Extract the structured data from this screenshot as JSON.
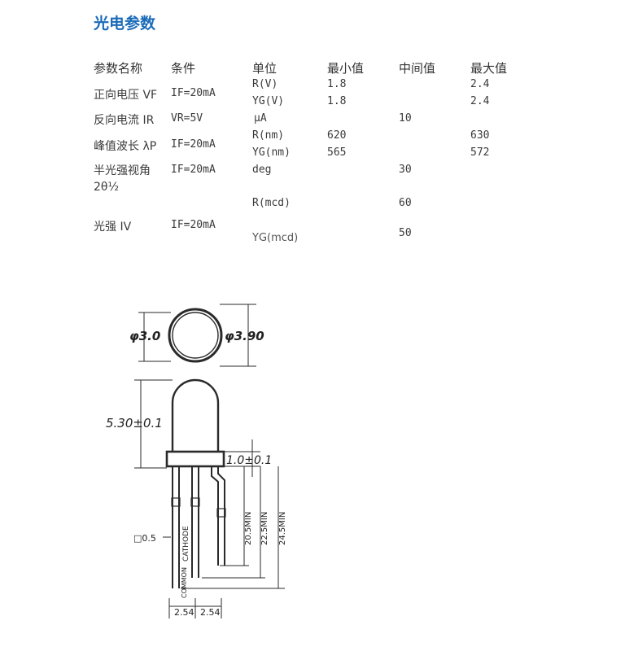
{
  "section": {
    "title": "光电参数"
  },
  "table": {
    "headers": [
      "参数名称",
      "条件",
      "单位",
      "最小值",
      "中间值",
      "最大值"
    ],
    "rows": [
      {
        "param": "正向电压 VF",
        "condition": "IF=20mA",
        "lines": [
          {
            "unit": "R(V)",
            "min": "1.8",
            "typ": "",
            "max": "2.4"
          },
          {
            "unit": "YG(V)",
            "min": "1.8",
            "typ": "",
            "max": "2.4"
          }
        ]
      },
      {
        "param": "反向电流 IR",
        "condition": "VR=5V",
        "lines": [
          {
            "unit": "μA",
            "min": "",
            "typ": "10",
            "max": ""
          }
        ]
      },
      {
        "param": "峰值波长 λP",
        "condition": "IF=20mA",
        "lines": [
          {
            "unit": "R(nm)",
            "min": "620",
            "typ": "",
            "max": "630"
          },
          {
            "unit": "YG(nm)",
            "min": "565",
            "typ": "",
            "max": "572"
          }
        ]
      },
      {
        "param": "半光强视角 2θ½",
        "condition": "IF=20mA",
        "lines": [
          {
            "unit": "deg",
            "min": "",
            "typ": "30",
            "max": ""
          }
        ]
      },
      {
        "param": "光强 IV",
        "condition": "IF=20mA",
        "lines": [
          {
            "unit": "R(mcd)",
            "min": "",
            "typ": "60",
            "max": ""
          },
          {
            "unit": "YG(mcd)",
            "min": "",
            "typ": "50",
            "max": ""
          }
        ]
      }
    ]
  },
  "drawing": {
    "dim_diameter_inner": "φ3.0",
    "dim_diameter_outer": "φ3.90",
    "dim_body_height": "5.30±0.1",
    "dim_flange": "1.0±0.1",
    "dim_lead_1": "20.5MIN",
    "dim_lead_2": "22.5MIN",
    "dim_lead_3": "24.5MIN",
    "label_square": "□0.5",
    "label_cathode": "CATHODE",
    "label_common": "COMMON",
    "dim_pitch_left": "2.54",
    "dim_pitch_right": "2.54"
  }
}
